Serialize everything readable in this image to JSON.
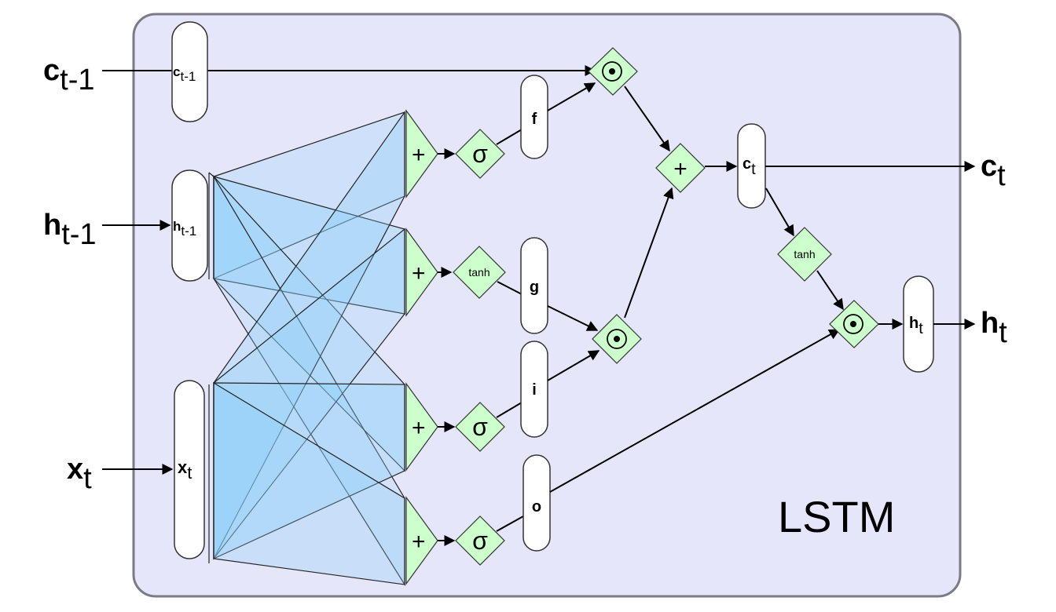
{
  "title": "LSTM",
  "colors": {
    "container_fill": "#e6e6fa",
    "container_border": "#7a7a88",
    "op_fill": "#ccffcc",
    "weights_fill": "#87cefa",
    "node_fill": "#ffffff"
  },
  "inputs": {
    "c_prev": {
      "base": "c",
      "sub": "t-1"
    },
    "h_prev": {
      "base": "h",
      "sub": "t-1"
    },
    "x": {
      "base": "x",
      "sub": "t"
    }
  },
  "outputs": {
    "c": {
      "base": "c",
      "sub": "t"
    },
    "h": {
      "base": "h",
      "sub": "t"
    }
  },
  "nodes": {
    "c_prev": {
      "base": "c",
      "sub": "t-1"
    },
    "h_prev": {
      "base": "h",
      "sub": "t-1"
    },
    "x": {
      "base": "x",
      "sub": "t"
    },
    "c": {
      "base": "c",
      "sub": "t"
    },
    "h": {
      "base": "h",
      "sub": "t"
    }
  },
  "gates": [
    {
      "name": "f",
      "activation": "σ"
    },
    {
      "name": "g",
      "activation": "tanh"
    },
    {
      "name": "i",
      "activation": "σ"
    },
    {
      "name": "o",
      "activation": "σ"
    }
  ],
  "ops": {
    "sum": "+",
    "hadamard": "⊙",
    "tanh": "tanh"
  }
}
